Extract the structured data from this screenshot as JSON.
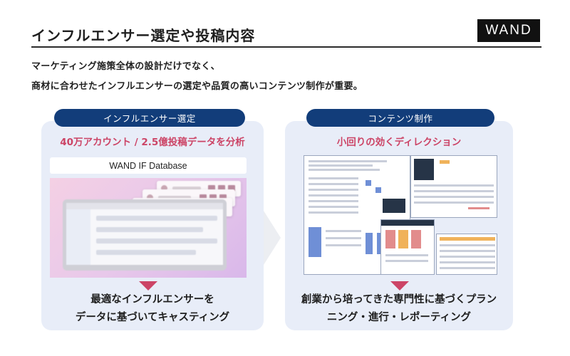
{
  "header": {
    "title": "インフルエンサー選定や投稿内容",
    "logo_text": "WAND"
  },
  "intro": {
    "line1": "マーケティング施策全体の設計だけでなく、",
    "line2": "商材に合わせたインフルエンサーの選定や品質の高いコンテンツ制作が重要。"
  },
  "left_panel": {
    "pill": "インフルエンサー選定",
    "subhead": "40万アカウント / 2.5億投稿データを分析",
    "database_label": "WAND IF Database",
    "result_line1": "最適なインフルエンサーを",
    "result_line2": "データに基づいてキャスティング"
  },
  "right_panel": {
    "pill": "コンテンツ制作",
    "subhead": "小回りの効くディレクション",
    "result_line1": "創業から培ってきた専門性に基づくプラン",
    "result_line2": "ニング・進行・レポーティング"
  },
  "colors": {
    "navy": "#123d7a",
    "accent_pink": "#cc4466",
    "panel_bg": "#e8edf8"
  }
}
